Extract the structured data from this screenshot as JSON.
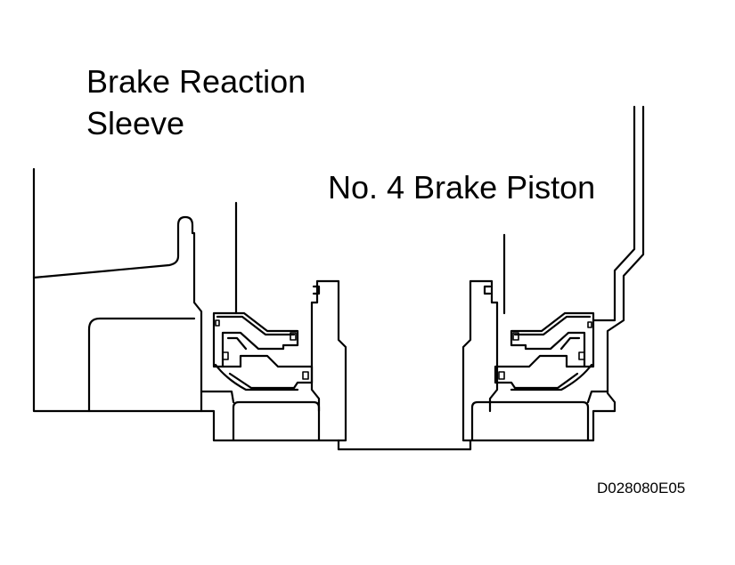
{
  "labels": {
    "brake_reaction_sleeve_line1": "Brake Reaction",
    "brake_reaction_sleeve_line2": "Sleeve",
    "no4_brake_piston": "No. 4 Brake Piston",
    "diagram_code": "D028080E05"
  }
}
